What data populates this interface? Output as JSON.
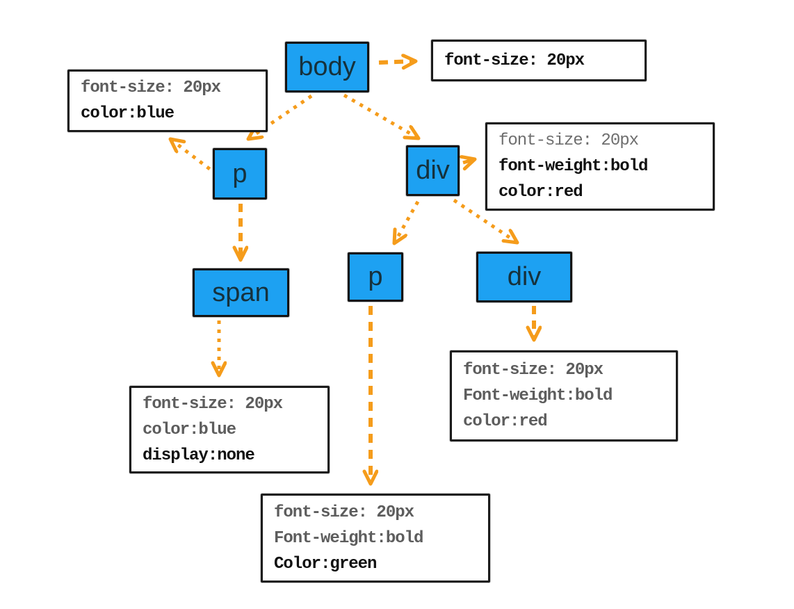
{
  "diagram": {
    "description": "DOM tree with CSS inheritance style boxes",
    "colors": {
      "node_fill": "#1da1f2",
      "node_border": "#141414",
      "arrow_orange": "#f59c1b",
      "own_property_text": "#111111",
      "inherited_property_text": "#6e6e6e",
      "box_background": "#ffffff"
    },
    "nodes": {
      "body": {
        "label": "body"
      },
      "p1": {
        "label": "p"
      },
      "div1": {
        "label": "div"
      },
      "span1": {
        "label": "span"
      },
      "p2": {
        "label": "p"
      },
      "div2": {
        "label": "div"
      }
    },
    "style_boxes": {
      "body_style": {
        "lines": [
          {
            "text": "font-size: 20px",
            "kind": "own"
          }
        ]
      },
      "p1_style": {
        "lines": [
          {
            "text": "font-size: 20px",
            "kind": "inherited"
          },
          {
            "text": "color:blue",
            "kind": "own"
          }
        ]
      },
      "div1_style": {
        "lines": [
          {
            "text": "font-size: 20px",
            "kind": "inherited"
          },
          {
            "text": "font-weight:bold",
            "kind": "own"
          },
          {
            "text": "color:red",
            "kind": "own"
          }
        ]
      },
      "span1_style": {
        "lines": [
          {
            "text": "font-size: 20px",
            "kind": "inherited"
          },
          {
            "text": "color:blue",
            "kind": "inherited"
          },
          {
            "text": "display:none",
            "kind": "own"
          }
        ]
      },
      "p2_style": {
        "lines": [
          {
            "text": "font-size: 20px",
            "kind": "inherited"
          },
          {
            "text": "Font-weight:bold",
            "kind": "inherited"
          },
          {
            "text": "Color:green",
            "kind": "own"
          }
        ]
      },
      "div2_style": {
        "lines": [
          {
            "text": "font-size: 20px",
            "kind": "inherited"
          },
          {
            "text": "Font-weight:bold",
            "kind": "inherited"
          },
          {
            "text": "color:red",
            "kind": "inherited"
          }
        ]
      }
    }
  }
}
